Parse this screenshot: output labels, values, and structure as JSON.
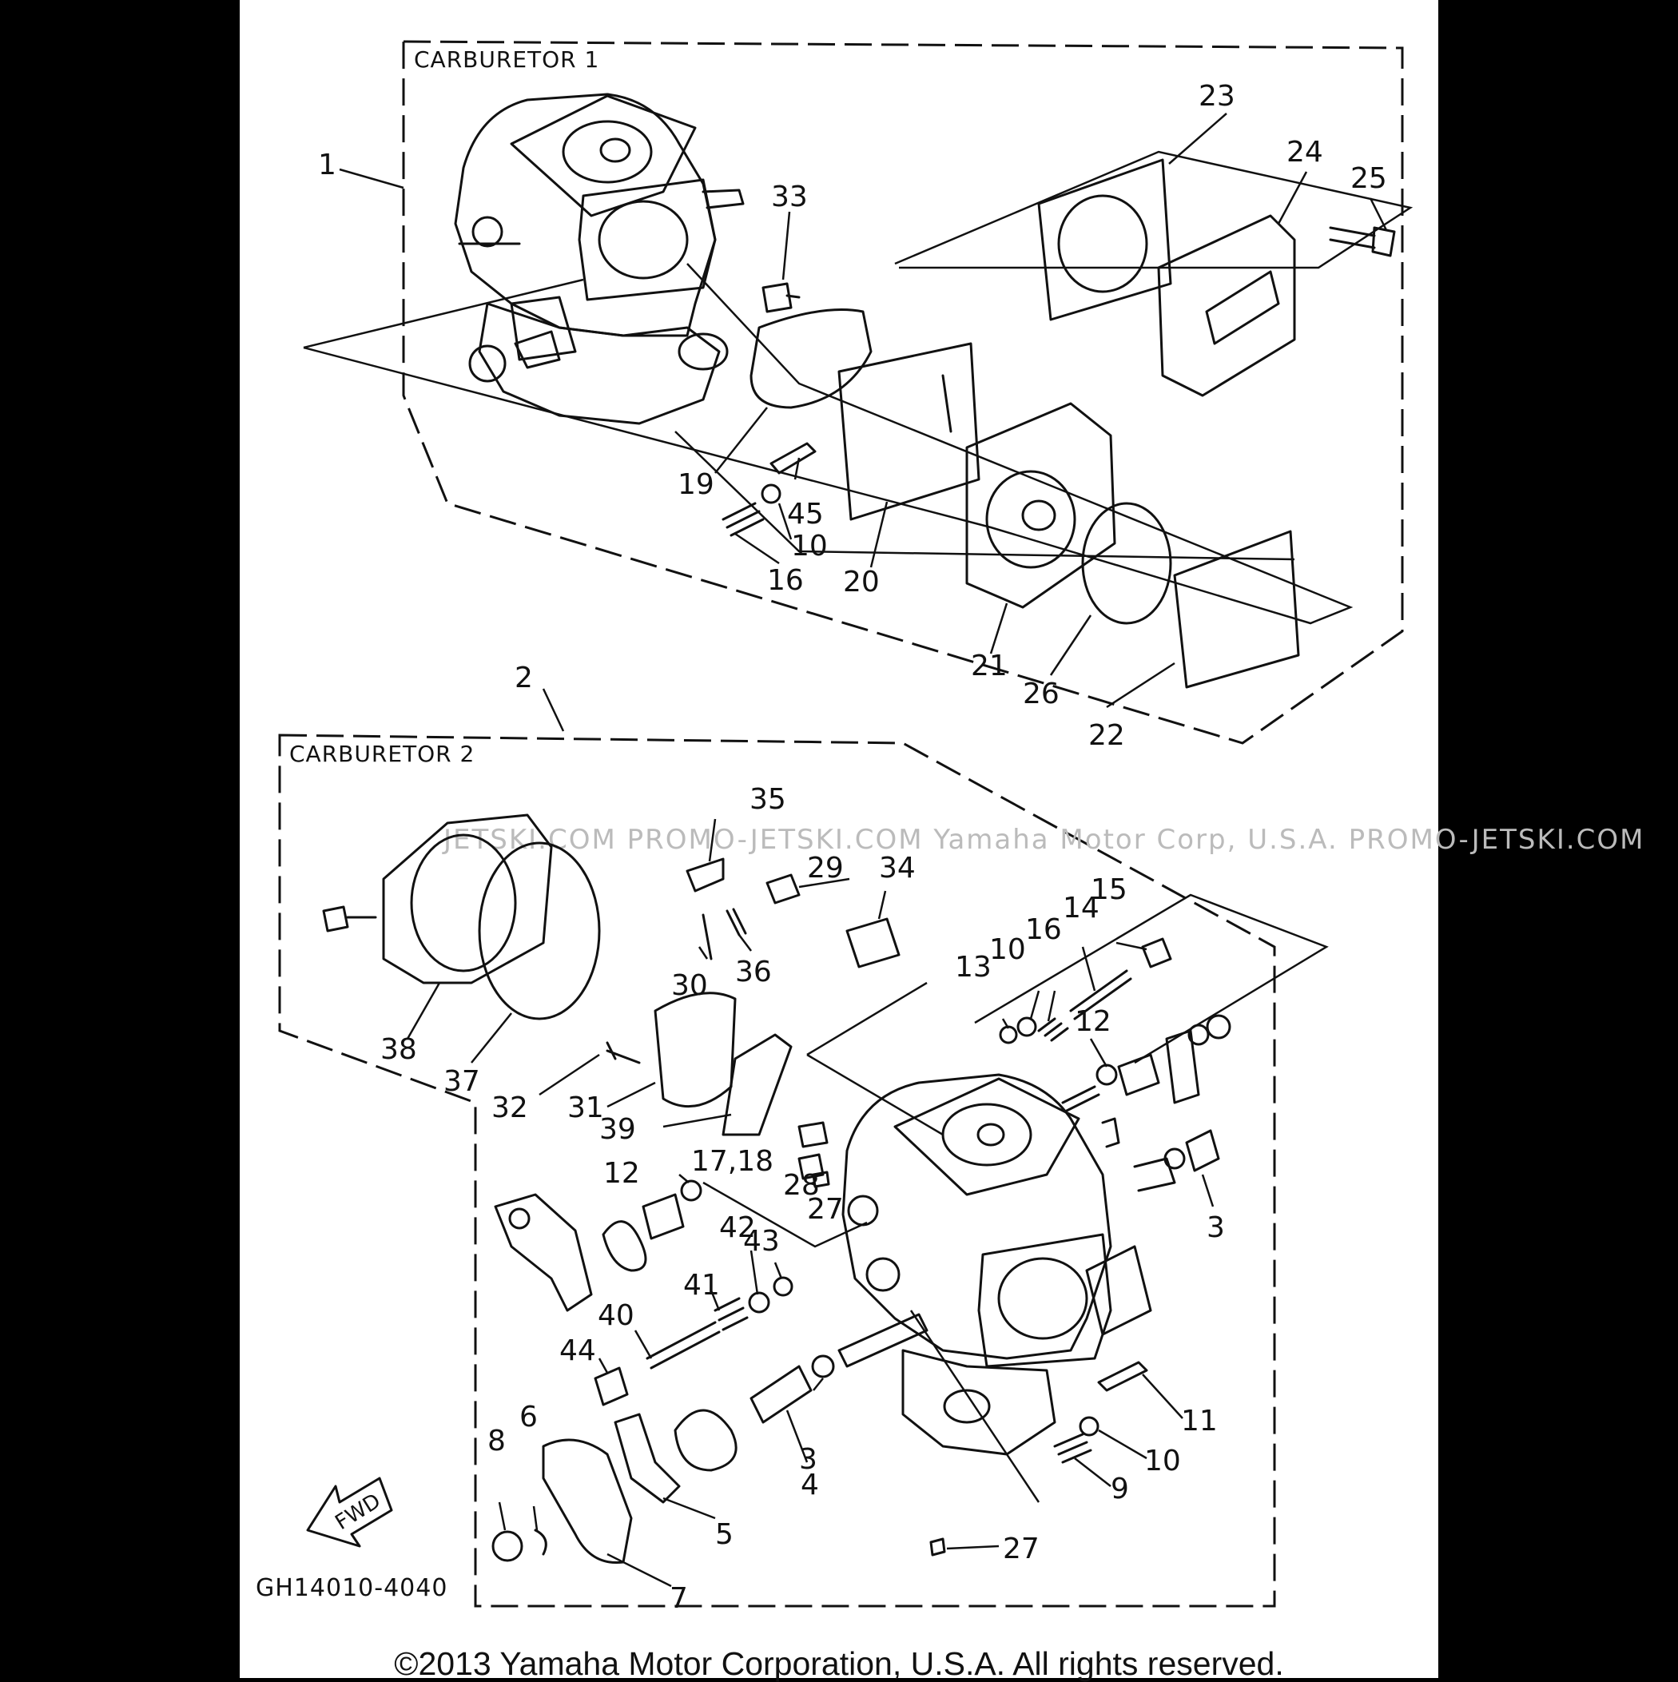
{
  "labels": {
    "carb1": "CARBURETOR 1",
    "carb2": "CARBURETOR 2",
    "drawing_code": "GH14010-4040",
    "fwd": "FWD",
    "watermark": "JETSKI.COM    PROMO-JETSKI.COM    Yamaha Motor Corp, U.S.A.    PROMO-JETSKI.COM",
    "copyright": "©2013 Yamaha Motor Corporation, U.S.A. All rights reserved."
  },
  "callouts": {
    "c1": "1",
    "c2": "2",
    "c3a": "3",
    "c3b": "3",
    "c4": "4",
    "c5": "5",
    "c6": "6",
    "c7": "7",
    "c8": "8",
    "c9": "9",
    "c10a": "10",
    "c10b": "10",
    "c10c": "10",
    "c11": "11",
    "c12a": "12",
    "c12b": "12",
    "c13": "13",
    "c14": "14",
    "c15": "15",
    "c16a": "16",
    "c16b": "16",
    "c1718": "17,18",
    "c19": "19",
    "c20": "20",
    "c21": "21",
    "c22": "22",
    "c23": "23",
    "c24": "24",
    "c25": "25",
    "c26": "26",
    "c27a": "27",
    "c27b": "27",
    "c28": "28",
    "c29": "29",
    "c30": "30",
    "c31": "31",
    "c32": "32",
    "c33": "33",
    "c34": "34",
    "c35": "35",
    "c36": "36",
    "c37": "37",
    "c38": "38",
    "c39": "39",
    "c40": "40",
    "c41": "41",
    "c42": "42",
    "c43": "43",
    "c44": "44",
    "c45": "45"
  }
}
